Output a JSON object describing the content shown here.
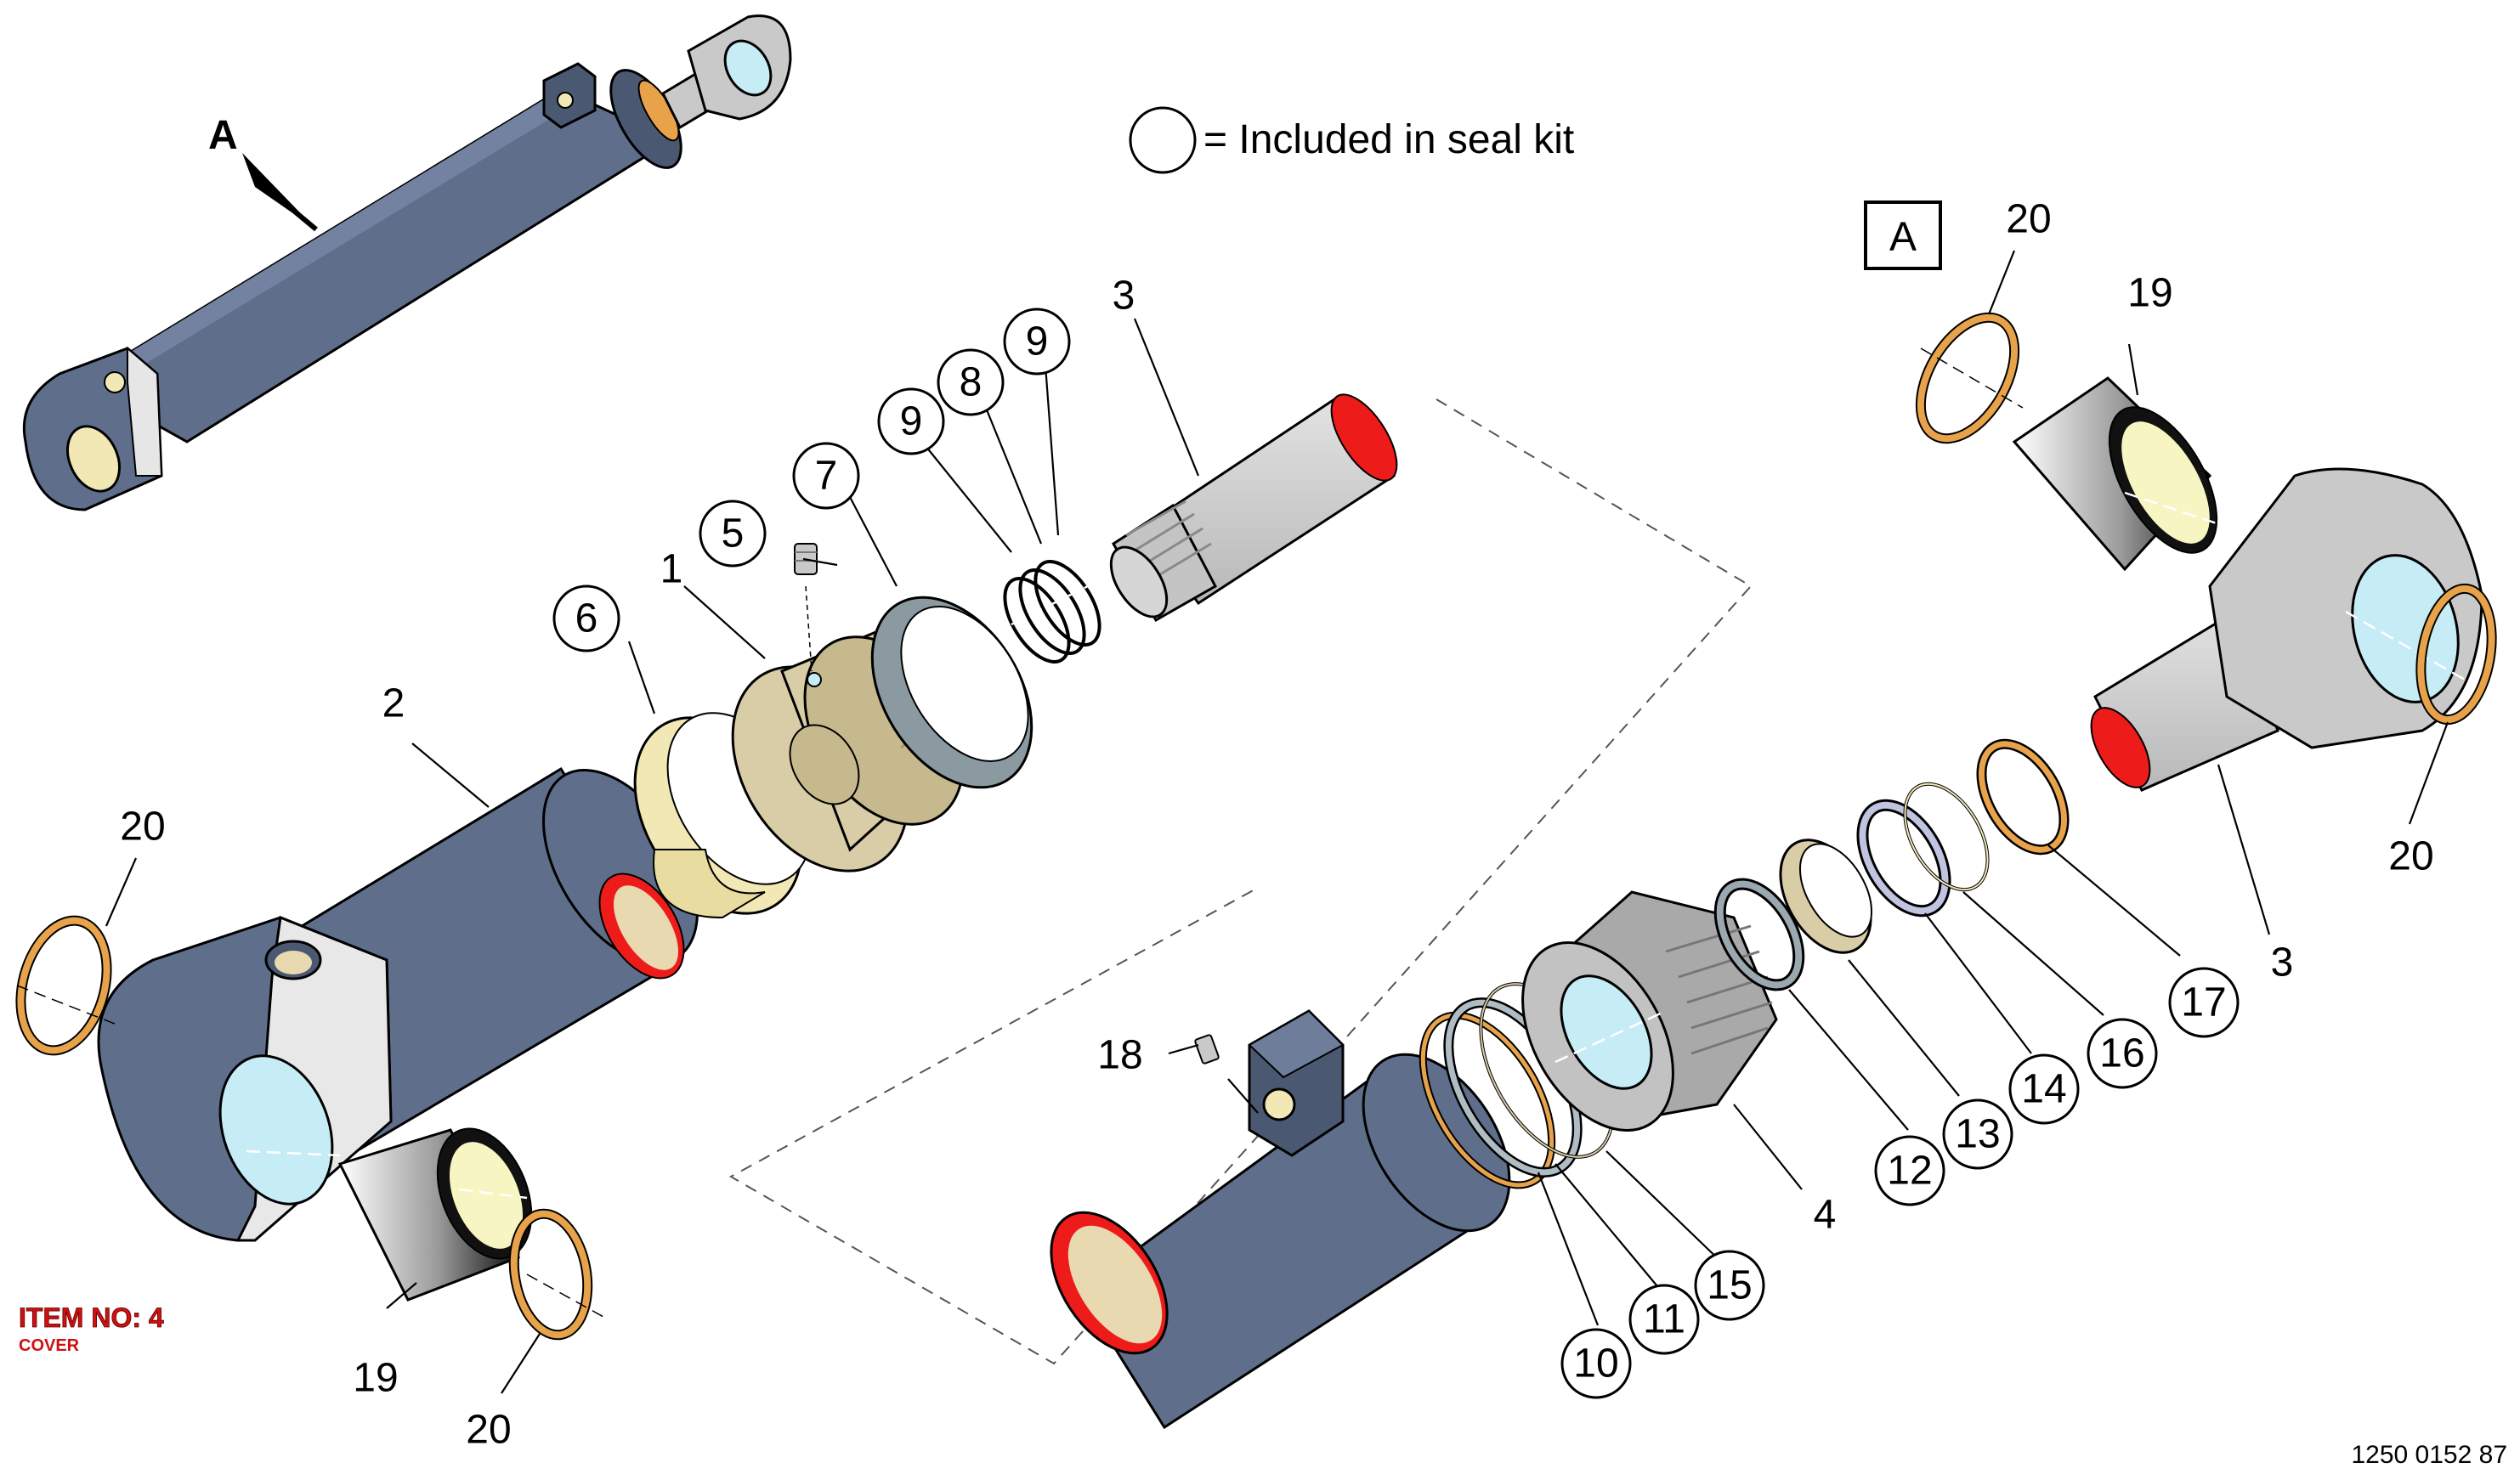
{
  "legend": {
    "text": "= Included in seal kit"
  },
  "view_marker": {
    "arrow_label": "A",
    "box_label": "A"
  },
  "item_block": {
    "title": "ITEM NO: 4",
    "subtitle": "COVER"
  },
  "document_number": "1250 0152 87",
  "parts": {
    "p1": "1",
    "p2": "2",
    "p3a": "3",
    "p3b": "3",
    "p4": "4",
    "p5": "5",
    "p6": "6",
    "p7": "7",
    "p8": "8",
    "p9a": "9",
    "p9b": "9",
    "p10": "10",
    "p11": "11",
    "p12": "12",
    "p13": "13",
    "p14": "14",
    "p15": "15",
    "p16": "16",
    "p17": "17",
    "p18": "18",
    "p19a": "19",
    "p19b": "19",
    "p20a": "20",
    "p20b": "20",
    "p20c": "20",
    "p20d": "20"
  },
  "colors": {
    "barrel": "#5f6e8a",
    "barrel_dark": "#4b5872",
    "steel": "#c9c9c9",
    "steel_dark": "#9a9a9a",
    "bronze_seal": "#e8a34a",
    "piston": "#d9cda8",
    "wear_ring": "#f2e8b5",
    "seal_grey": "#8a9aa0",
    "red_face": "#ee1b1b",
    "glass": "#c6ecf5",
    "bushing_inner": "#f7f5c2"
  }
}
